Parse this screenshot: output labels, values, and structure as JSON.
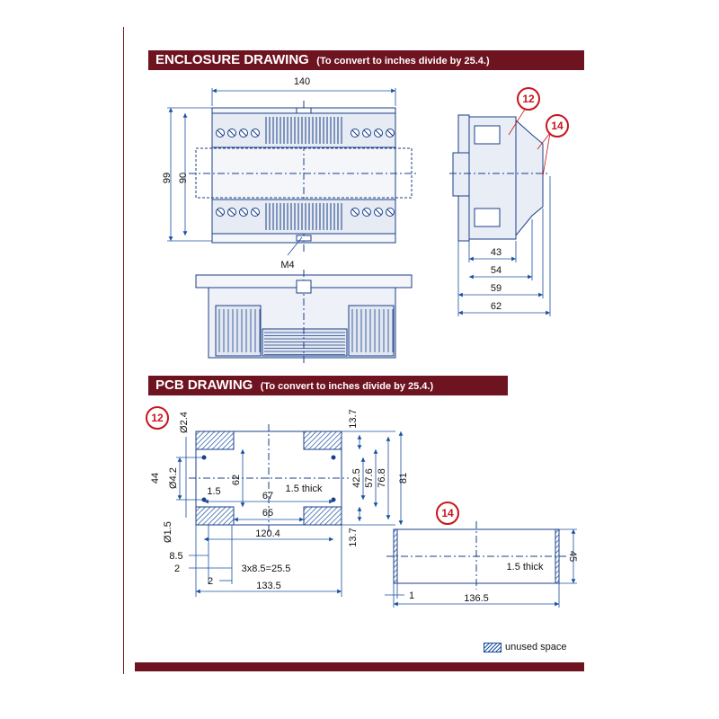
{
  "enclosure_section": {
    "title": "ENCLOSURE DRAWING",
    "note": "(To convert to inches divide by 25.4.)",
    "dims": {
      "width": "140",
      "height_outer": "99",
      "height_inner": "90",
      "screw": "M4",
      "depth_43": "43",
      "depth_54": "54",
      "depth_59": "59",
      "depth_62": "62"
    },
    "callouts": {
      "a": "12",
      "b": "14"
    }
  },
  "pcb_section": {
    "title": "PCB DRAWING",
    "note": "(To convert to inches divide by 25.4.)",
    "callout_left": "12",
    "callout_right": "14",
    "dims": {
      "d2_4": "Ø2.4",
      "d4_2": "Ø4.2",
      "d1_5": "Ø1.5",
      "h44": "44",
      "v62": "62",
      "w1_5": "1.5",
      "w67": "67",
      "thick": "1.5 thick",
      "w65": "65",
      "w120_4": "120.4",
      "w8_5": "8.5",
      "w2a": "2",
      "pitch": "3x8.5=25.5",
      "w2b": "2",
      "w133_5": "133.5",
      "t13_7a": "13.7",
      "t13_7b": "13.7",
      "v42_5": "42.5",
      "v57_6": "57.6",
      "v76_8": "76.8",
      "v81": "81"
    },
    "second_board": {
      "thick": "1.5 thick",
      "h45": "45",
      "w136_5": "136.5",
      "w1": "1"
    }
  },
  "legend": {
    "label": "unused space"
  }
}
